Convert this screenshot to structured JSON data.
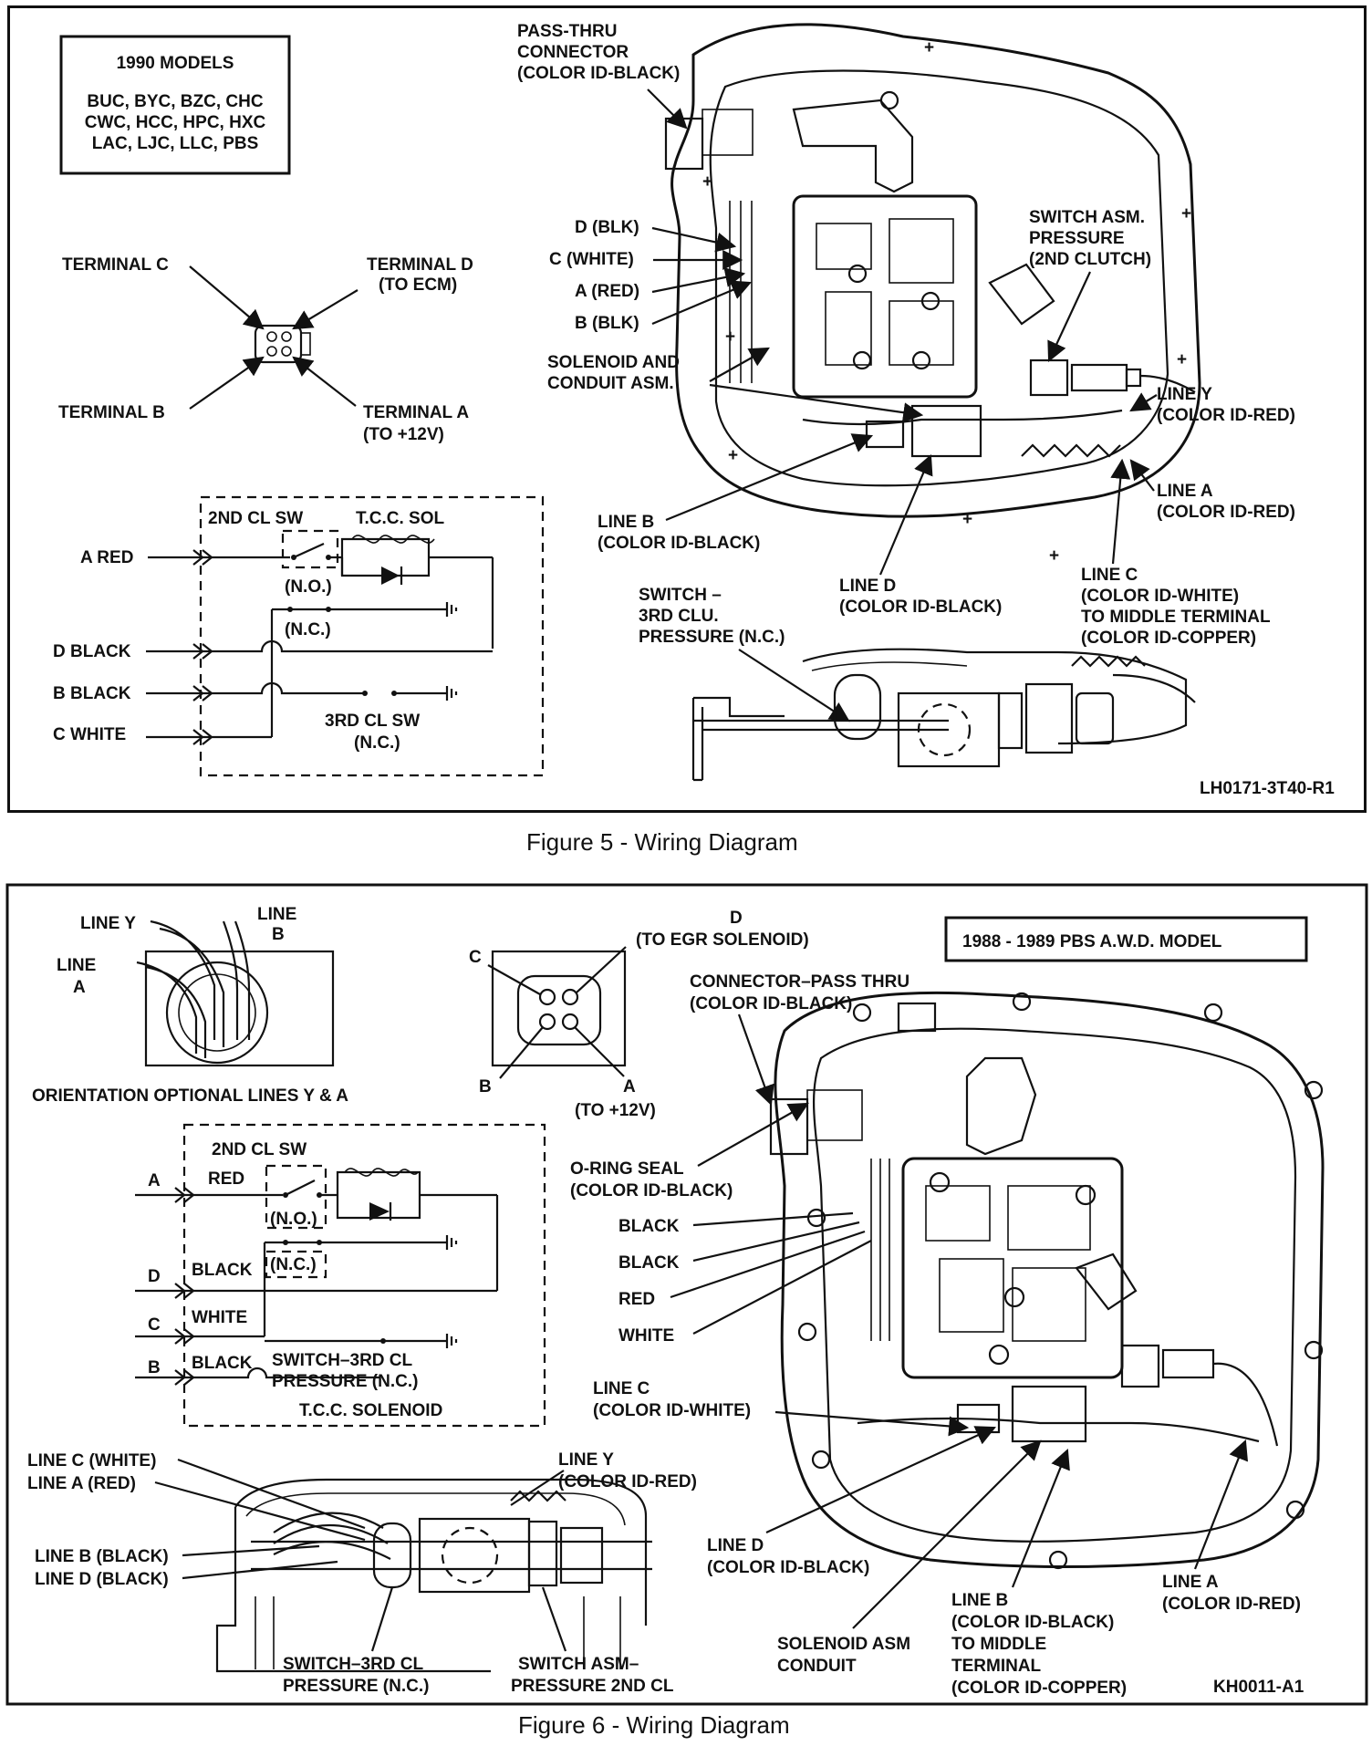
{
  "figure5": {
    "caption": "Figure 5 - Wiring Diagram",
    "models_box": {
      "title": "1990 MODELS",
      "line1": "BUC, BYC, BZC, CHC",
      "line2": "CWC, HCC, HPC, HXC",
      "line3": "LAC, LJC, LLC, PBS"
    },
    "connector": {
      "terminal_c": "TERMINAL C",
      "terminal_d": "TERMINAL D",
      "terminal_d_note": "(TO ECM)",
      "terminal_b": "TERMINAL B",
      "terminal_a": "TERMINAL A",
      "terminal_a_note": "(TO +12V)"
    },
    "schematic": {
      "sw2": "2ND CL SW",
      "tcc": "T.C.C. SOL",
      "a_red": "A RED",
      "no": "(N.O.)",
      "nc": "(N.C.)",
      "d_black": "D BLACK",
      "b_black": "B BLACK",
      "c_white": "C WHITE",
      "sw3_a": "3RD CL SW",
      "sw3_b": "(N.C.)"
    },
    "assembly": {
      "passthru_1": "PASS-THRU",
      "passthru_2": "CONNECTOR",
      "passthru_3": "(COLOR ID-BLACK)",
      "d_blk": "D (BLK)",
      "c_white": "C (WHITE)",
      "a_red": "A (RED)",
      "b_blk": "B (BLK)",
      "switch_1": "SWITCH ASM.",
      "switch_2": "PRESSURE",
      "switch_3": "(2ND CLUTCH)",
      "solenoid_1": "SOLENOID AND",
      "solenoid_2": "CONDUIT ASM.",
      "liney_1": "LINE Y",
      "liney_2": "(COLOR ID-RED)",
      "linea_1": "LINE A",
      "linea_2": "(COLOR ID-RED)",
      "lineb_1": "LINE B",
      "lineb_2": "(COLOR ID-BLACK)",
      "lined_1": "LINE D",
      "lined_2": "(COLOR ID-BLACK)",
      "linec_1": "LINE C",
      "linec_2": "(COLOR ID-WHITE)",
      "linec_3": "TO MIDDLE TERMINAL",
      "linec_4": "(COLOR ID-COPPER)",
      "sw3_1": "SWITCH  –",
      "sw3_2": "3RD CLU.",
      "sw3_3": "PRESSURE (N.C.)",
      "code": "LH0171-3T40-R1"
    }
  },
  "figure6": {
    "caption": "Figure 6 - Wiring Diagram",
    "model_box": "1988 - 1989    PBS A.W.D. MODEL",
    "inset": {
      "line_y": "LINE Y",
      "line_b_1": "LINE",
      "line_b_2": "B",
      "line_a_1": "LINE",
      "line_a_2": "A",
      "orientation": "ORIENTATION OPTIONAL LINES Y & A"
    },
    "connector": {
      "d": "D",
      "d_note": "(TO EGR SOLENOID)",
      "c": "C",
      "b": "B",
      "a": "A",
      "a_note": "(TO +12V)"
    },
    "schematic": {
      "sw2": "2ND CL SW",
      "a": "A",
      "red": "RED",
      "no": "(N.O.)",
      "nc": "(N.C.)",
      "d": "D",
      "black1": "BLACK",
      "c": "C",
      "white": "WHITE",
      "b": "B",
      "black2": "BLACK",
      "sw3_1": "SWITCH–3RD CL",
      "sw3_2": "PRESSURE (N.C.)",
      "tcc": "T.C.C. SOLENOID"
    },
    "assembly": {
      "connector_1": "CONNECTOR–PASS THRU",
      "connector_2": "(COLOR ID-BLACK)",
      "oring_1": "O-RING SEAL",
      "oring_2": "(COLOR ID-BLACK)",
      "black1": "BLACK",
      "black2": "BLACK",
      "red": "RED",
      "white": "WHITE",
      "linec_1": "LINE C",
      "linec_2": "(COLOR ID-WHITE)",
      "lined_1": "LINE D",
      "lined_2": "(COLOR ID-BLACK)",
      "solenoid_1": "SOLENOID ASM",
      "solenoid_2": "CONDUIT",
      "lineb_1": "LINE B",
      "lineb_2": "(COLOR ID-BLACK)",
      "lineb_3": "TO MIDDLE",
      "lineb_4": "TERMINAL",
      "lineb_5": "(COLOR ID-COPPER)",
      "linea_1": "LINE A",
      "linea_2": "(COLOR ID-RED)",
      "code": "KH0011-A1"
    },
    "bottom": {
      "linec": "LINE C (WHITE)",
      "linea": "LINE A (RED)",
      "lineb": "LINE B (BLACK)",
      "lined": "LINE D (BLACK)",
      "liney_1": "LINE Y",
      "liney_2": "(COLOR ID-RED)",
      "sw3_1": "SWITCH–3RD CL",
      "sw3_2": "PRESSURE (N.C.)",
      "swasm_1": "SWITCH ASM–",
      "swasm_2": "PRESSURE 2ND CL"
    }
  }
}
